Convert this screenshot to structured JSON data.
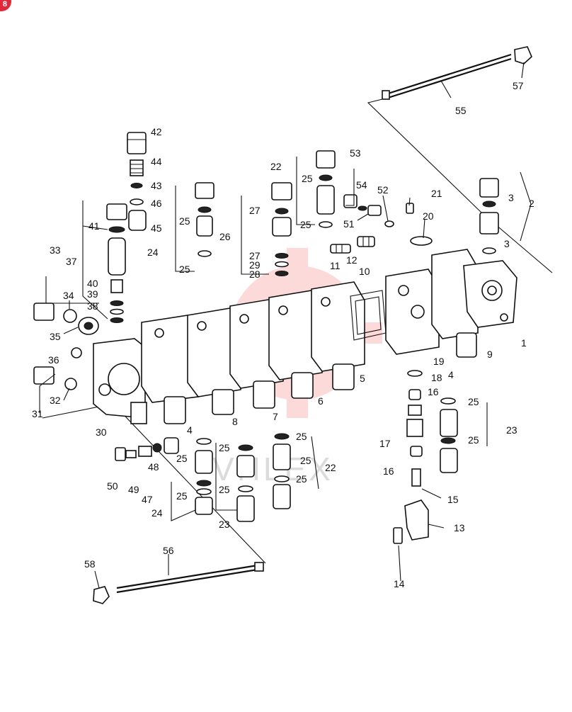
{
  "watermark": {
    "text": "VHLEX",
    "color": "#f25a5a"
  },
  "corner_badge": {
    "text": "8",
    "color": "#e0283a"
  },
  "callouts": [
    {
      "num": "1"
    },
    {
      "num": "2"
    },
    {
      "num": "3"
    },
    {
      "num": "3"
    },
    {
      "num": "4"
    },
    {
      "num": "4"
    },
    {
      "num": "5"
    },
    {
      "num": "6"
    },
    {
      "num": "7"
    },
    {
      "num": "8"
    },
    {
      "num": "9"
    },
    {
      "num": "10"
    },
    {
      "num": "11"
    },
    {
      "num": "12"
    },
    {
      "num": "13"
    },
    {
      "num": "14"
    },
    {
      "num": "15"
    },
    {
      "num": "16"
    },
    {
      "num": "16"
    },
    {
      "num": "17"
    },
    {
      "num": "18"
    },
    {
      "num": "19"
    },
    {
      "num": "20"
    },
    {
      "num": "21"
    },
    {
      "num": "22"
    },
    {
      "num": "22"
    },
    {
      "num": "23"
    },
    {
      "num": "23"
    },
    {
      "num": "24"
    },
    {
      "num": "24"
    },
    {
      "num": "25"
    },
    {
      "num": "25"
    },
    {
      "num": "25"
    },
    {
      "num": "25"
    },
    {
      "num": "25"
    },
    {
      "num": "25"
    },
    {
      "num": "25"
    },
    {
      "num": "25"
    },
    {
      "num": "25"
    },
    {
      "num": "25"
    },
    {
      "num": "25"
    },
    {
      "num": "25"
    },
    {
      "num": "25"
    },
    {
      "num": "26"
    },
    {
      "num": "27"
    },
    {
      "num": "27"
    },
    {
      "num": "28"
    },
    {
      "num": "29"
    },
    {
      "num": "30"
    },
    {
      "num": "31"
    },
    {
      "num": "32"
    },
    {
      "num": "33"
    },
    {
      "num": "34"
    },
    {
      "num": "35"
    },
    {
      "num": "36"
    },
    {
      "num": "37"
    },
    {
      "num": "38"
    },
    {
      "num": "39"
    },
    {
      "num": "40"
    },
    {
      "num": "41"
    },
    {
      "num": "42"
    },
    {
      "num": "43"
    },
    {
      "num": "44"
    },
    {
      "num": "45"
    },
    {
      "num": "46"
    },
    {
      "num": "47"
    },
    {
      "num": "48"
    },
    {
      "num": "49"
    },
    {
      "num": "50"
    },
    {
      "num": "51"
    },
    {
      "num": "52"
    },
    {
      "num": "53"
    },
    {
      "num": "54"
    },
    {
      "num": "55"
    },
    {
      "num": "56"
    },
    {
      "num": "57"
    },
    {
      "num": "58"
    }
  ]
}
